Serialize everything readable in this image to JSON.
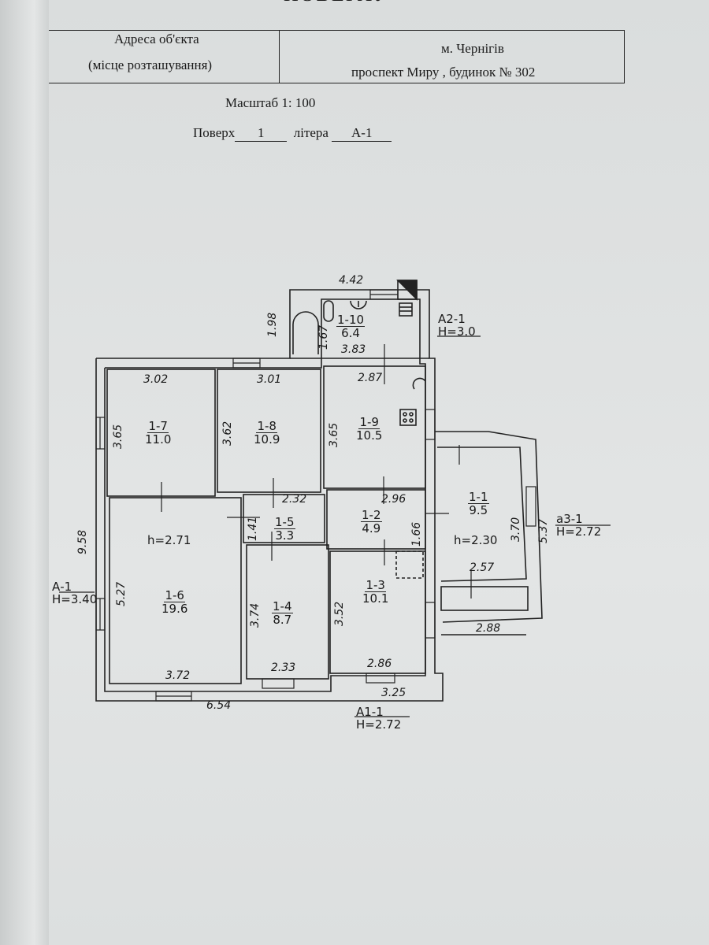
{
  "heading": "ПОВЕРХУ",
  "address": {
    "label_line1": "Адреса об'єкта",
    "label_line2": "(місце розташування)",
    "city": "м. Чернігів",
    "street": "проспект Миру , будинок № 302"
  },
  "scale": "Масштаб 1: 100",
  "floor": {
    "label": "Поверх",
    "value": "1",
    "letter_label": "літера",
    "letter_value": "А-1"
  },
  "rooms": [
    {
      "id": "1-10",
      "area": "6.4"
    },
    {
      "id": "1-7",
      "area": "11.0"
    },
    {
      "id": "1-8",
      "area": "10.9"
    },
    {
      "id": "1-9",
      "area": "10.5"
    },
    {
      "id": "1-5",
      "area": "3.3"
    },
    {
      "id": "1-2",
      "area": "4.9"
    },
    {
      "id": "1-6",
      "area": "19.6"
    },
    {
      "id": "1-4",
      "area": "8.7"
    },
    {
      "id": "1-3",
      "area": "10.1"
    },
    {
      "id": "1-1",
      "area": "9.5"
    }
  ],
  "heights": {
    "main": "h=2.71",
    "annex": "h=2.30"
  },
  "dimensions": {
    "d442": "4.42",
    "d198": "1.98",
    "d167": "1.67",
    "d383": "3.83",
    "d302": "3.02",
    "d301": "3.01",
    "d287": "2.87",
    "d365a": "3.65",
    "d362": "3.62",
    "d365b": "3.65",
    "d958": "9.58",
    "d232": "2.32",
    "d141": "1.41",
    "d296": "2.96",
    "d166": "1.66",
    "d527": "5.27",
    "d374": "3.74",
    "d352": "3.52",
    "d372": "3.72",
    "d233": "2.33",
    "d286": "2.86",
    "d325": "3.25",
    "d654": "6.54",
    "d370": "3.70",
    "d537": "5.37",
    "d257": "2.57",
    "d288": "2.88"
  },
  "letters": [
    {
      "name": "А2-1",
      "height": "Н=3.0"
    },
    {
      "name": "а3-1",
      "height": "Н=2.72"
    },
    {
      "name": "А-1",
      "height": "Н=3.40"
    },
    {
      "name": "А1-1",
      "height": "Н=2.72"
    }
  ]
}
